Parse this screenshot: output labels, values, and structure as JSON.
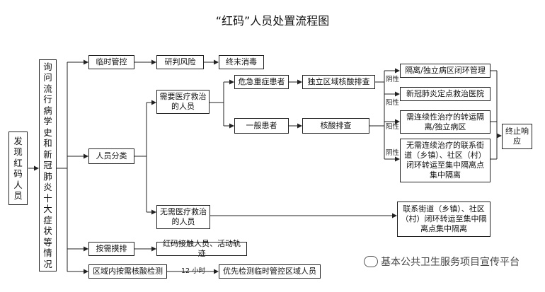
{
  "title": "“红码”人员处置流程图",
  "nodes": {
    "discover": "发现红码人员",
    "inquiry": "询问流行病学史和新冠肺炎十大症状等情况",
    "temp_control": "临时管控",
    "risk_assess": "研判风险",
    "final_disinfect": "终末消毒",
    "classify": "人员分类",
    "need_med": "需要医疗救治的人员",
    "critical": "危急重症患者",
    "general": "一般患者",
    "isolated_test": "独立区域核酸排查",
    "test": "核酸排查",
    "ward_isolation": "隔离/独立病区闭环管理",
    "designated_hospital": "新冠肺炎定点救治医院",
    "transfer_isolation": "需连续性治疗的转运隔离/独立病区",
    "no_continuous": "无需连续治疗的联系街道（乡镇）、社区（村）闭环转运至集中隔离点集中隔离",
    "end_response": "终止响应",
    "no_med": "无需医疗救治的人员",
    "contact_transfer": "联系街道（乡镇）、社区（村）闭环转运至集中隔离点集中隔离",
    "on_demand": "按需摸排",
    "contacts": "红码接触人员、活动轨迹",
    "area_test": "区域内按需核酸检测",
    "priority_test": "优先检测临时管控区域人员"
  },
  "edge_labels": {
    "negative": "阴性",
    "positive": "阳性",
    "twelve_hours": "12 小时"
  },
  "watermark": "基本公共卫生服务项目宣传平台"
}
